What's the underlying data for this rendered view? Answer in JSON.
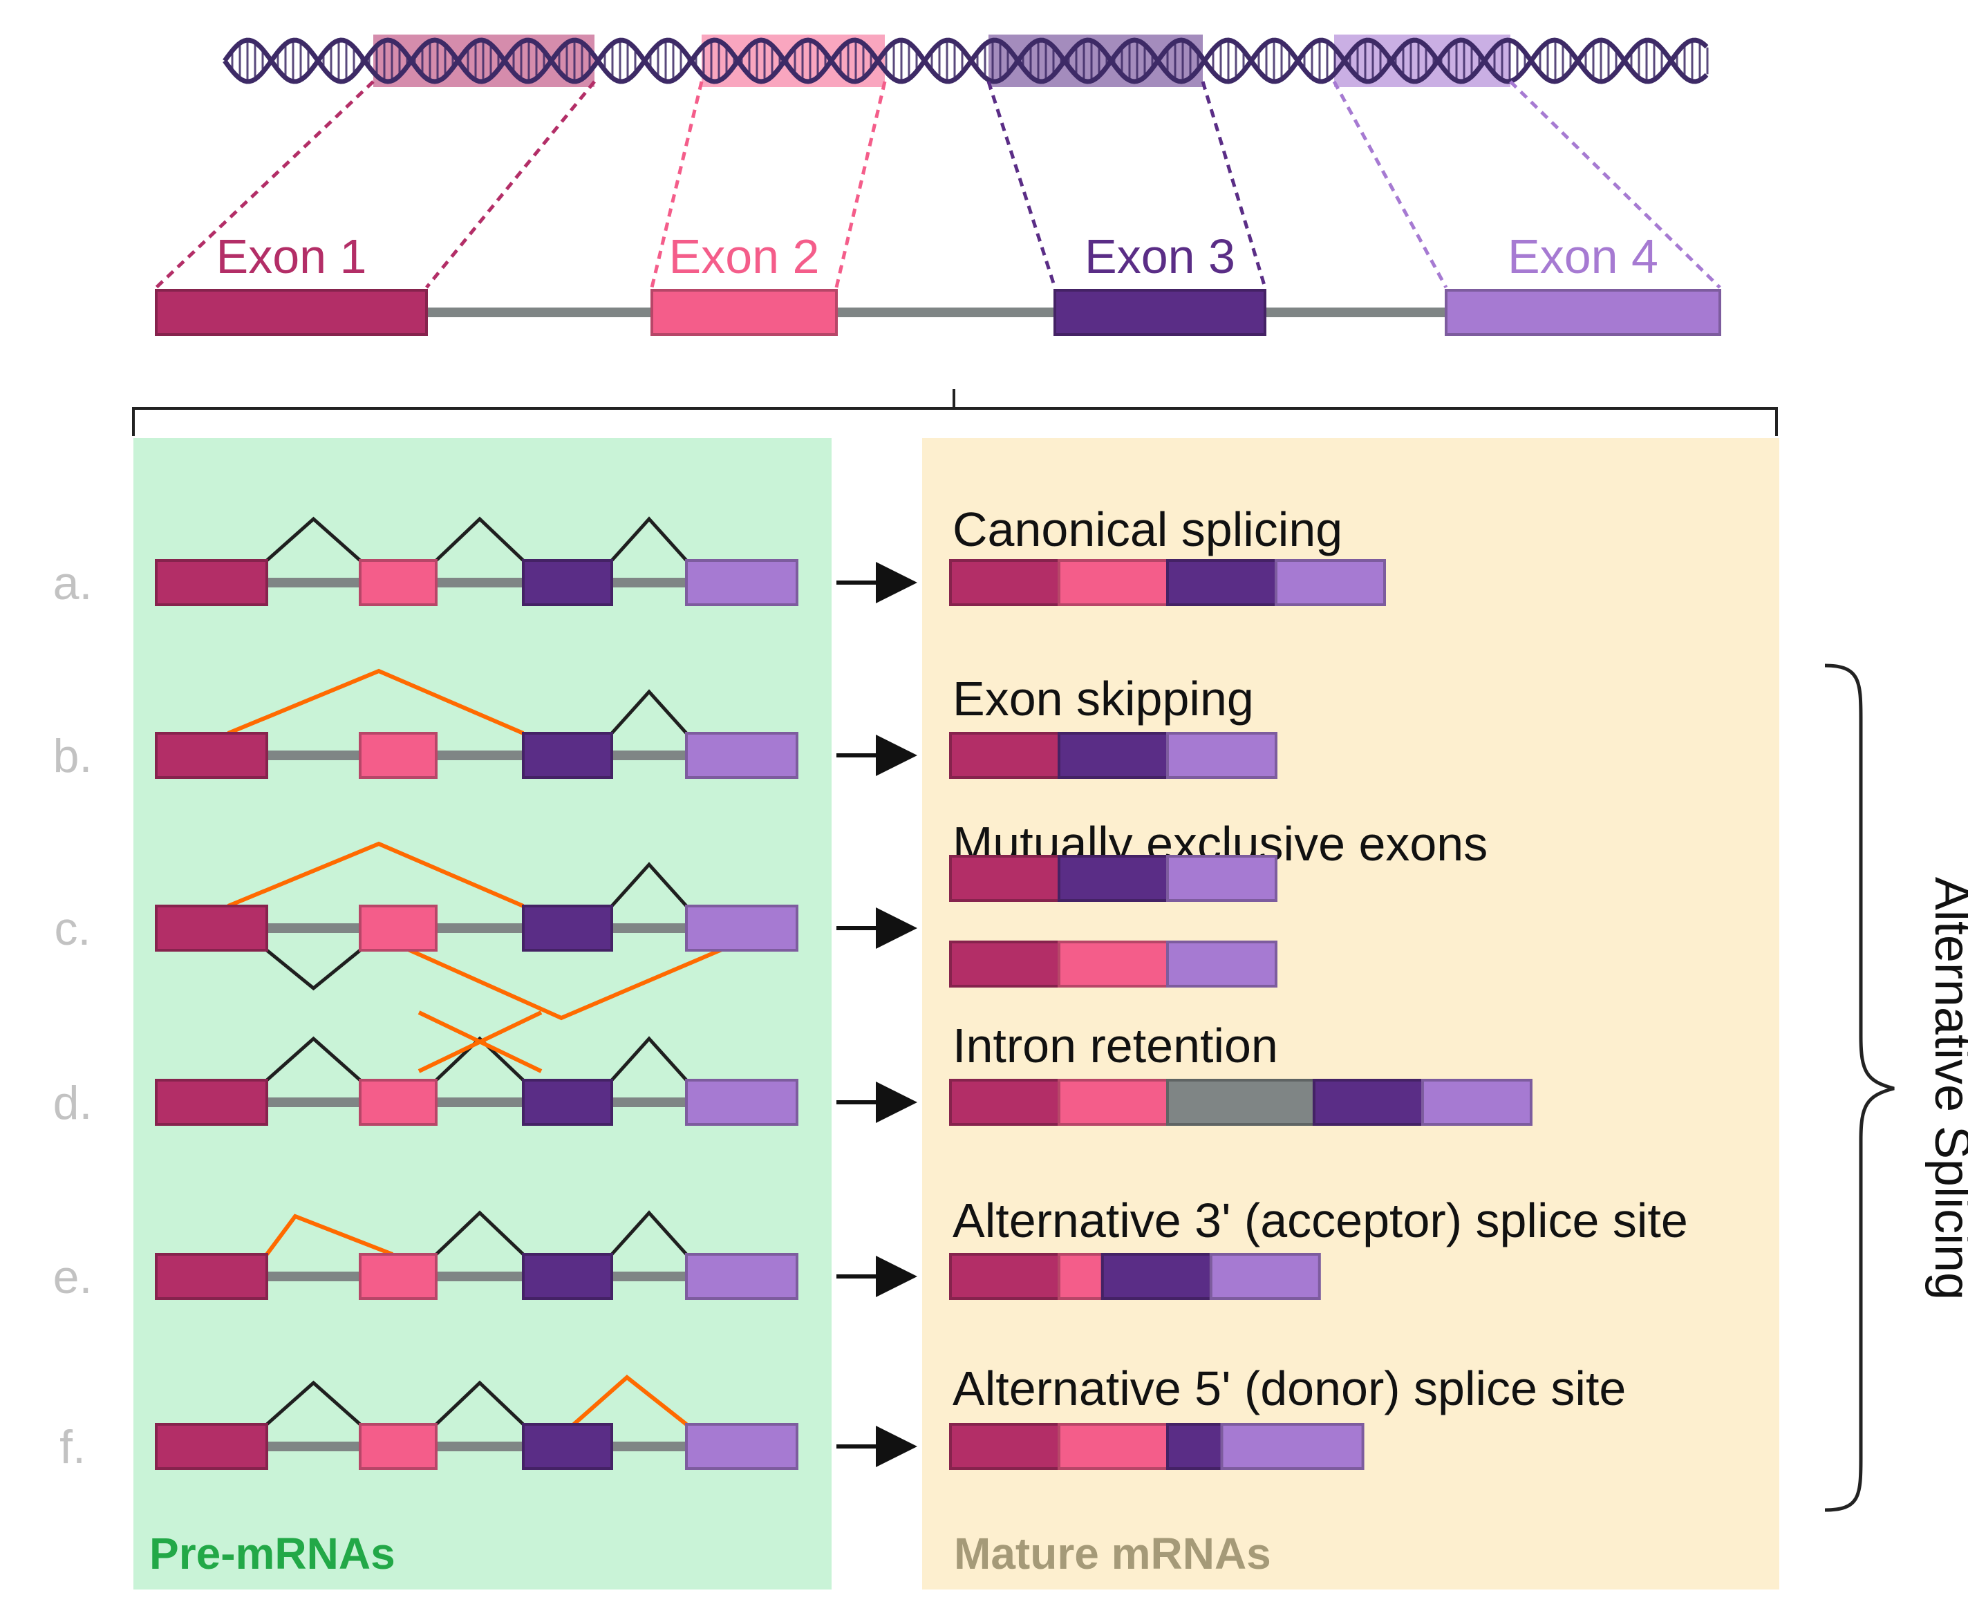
{
  "colors": {
    "exon1": "#b32e67",
    "exon2": "#f45d8a",
    "exon3": "#5a2d86",
    "exon4": "#a67ad2",
    "intron": "#7f8585",
    "helix": "#3d2a66",
    "splice_black": "#1f1f1f",
    "splice_orange": "#ff6a00",
    "pre_panel": "#c9f3d7",
    "mature_panel": "#fdefcf",
    "pre_label": "#22a847",
    "mature_label": "#a59a78",
    "row_letter": "#c2c2c2"
  },
  "gene": {
    "exon_labels": [
      "Exon 1",
      "Exon 2",
      "Exon 3",
      "Exon 4"
    ]
  },
  "panels": {
    "pre_label": "Pre-mRNAs",
    "mature_label": "Mature mRNAs"
  },
  "bracket_label": "Alternative Splicing",
  "rows": [
    {
      "letter": "a.",
      "title": "Canonical splicing",
      "black_arcs": [
        [
          1,
          2
        ],
        [
          2,
          3
        ],
        [
          3,
          4
        ]
      ],
      "orange_paths": [],
      "mature": [
        [
          {
            "c": "exon1",
            "w": 1
          },
          {
            "c": "exon2",
            "w": 1
          },
          {
            "c": "exon3",
            "w": 1
          },
          {
            "c": "exon4",
            "w": 1
          }
        ]
      ]
    },
    {
      "letter": "b.",
      "title": "Exon skipping",
      "black_arcs": [
        [
          3,
          4
        ]
      ],
      "orange_paths": [
        "skip13"
      ],
      "mature": [
        [
          {
            "c": "exon1",
            "w": 1
          },
          {
            "c": "exon3",
            "w": 1
          },
          {
            "c": "exon4",
            "w": 1
          }
        ]
      ]
    },
    {
      "letter": "c.",
      "title": "Mutually exclusive exons",
      "black_arcs": [
        [
          3,
          4
        ]
      ],
      "orange_paths": [
        "skip13",
        "skip24_below"
      ],
      "black_below": [
        [
          1,
          2
        ]
      ],
      "mature": [
        [
          {
            "c": "exon1",
            "w": 1
          },
          {
            "c": "exon3",
            "w": 1
          },
          {
            "c": "exon4",
            "w": 1
          }
        ],
        [
          {
            "c": "exon1",
            "w": 1
          },
          {
            "c": "exon2",
            "w": 1
          },
          {
            "c": "exon4",
            "w": 1
          }
        ]
      ]
    },
    {
      "letter": "d.",
      "title": "Intron retention",
      "black_arcs": [
        [
          1,
          2
        ],
        [
          2,
          3
        ],
        [
          3,
          4
        ]
      ],
      "orange_paths": [
        "cross23"
      ],
      "mature": [
        [
          {
            "c": "exon1",
            "w": 1
          },
          {
            "c": "exon2",
            "w": 1
          },
          {
            "c": "intron",
            "w": 1.35
          },
          {
            "c": "exon3",
            "w": 1
          },
          {
            "c": "exon4",
            "w": 1
          }
        ]
      ]
    },
    {
      "letter": "e.",
      "title": "Alternative 3' (acceptor) splice site",
      "black_arcs": [
        [
          2,
          3
        ],
        [
          3,
          4
        ]
      ],
      "orange_paths": [
        "acceptor12"
      ],
      "mature": [
        [
          {
            "c": "exon1",
            "w": 1
          },
          {
            "c": "exon2",
            "w": 0.4
          },
          {
            "c": "exon3",
            "w": 1
          },
          {
            "c": "exon4",
            "w": 1
          }
        ]
      ]
    },
    {
      "letter": "f.",
      "title": "Alternative 5' (donor) splice site",
      "black_arcs": [
        [
          1,
          2
        ],
        [
          2,
          3
        ]
      ],
      "orange_paths": [
        "donor34"
      ],
      "mature": [
        [
          {
            "c": "exon1",
            "w": 1
          },
          {
            "c": "exon2",
            "w": 1
          },
          {
            "c": "exon3",
            "w": 0.5
          },
          {
            "c": "exon4",
            "w": 1.3
          }
        ]
      ]
    }
  ]
}
